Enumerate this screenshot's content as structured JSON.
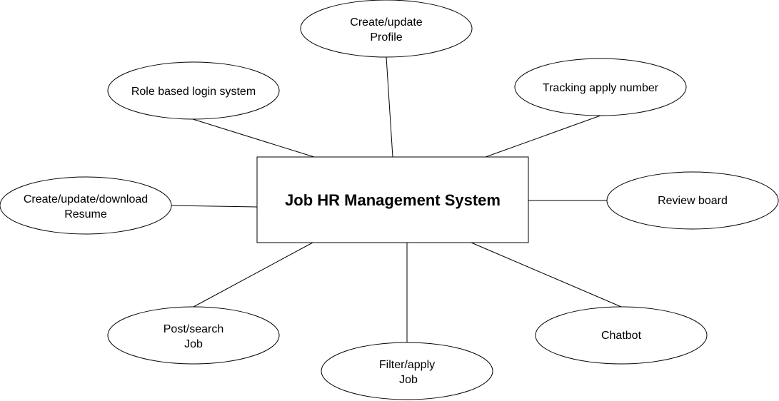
{
  "diagram": {
    "center": {
      "label": "Job HR Management System"
    },
    "nodes": {
      "profile": {
        "line1": "Create/update",
        "line2": "Profile"
      },
      "login": {
        "label": "Role based login system"
      },
      "tracking": {
        "label": "Tracking apply number"
      },
      "resume": {
        "line1": "Create/update/download",
        "line2": "Resume"
      },
      "review": {
        "label": "Review board"
      },
      "post": {
        "line1": "Post/search",
        "line2": "Job"
      },
      "filter": {
        "line1": "Filter/apply",
        "line2": "Job"
      },
      "chatbot": {
        "label": "Chatbot"
      }
    }
  },
  "colors": {
    "stroke": "#000000",
    "fill": "#ffffff",
    "background": "#ffffff"
  }
}
